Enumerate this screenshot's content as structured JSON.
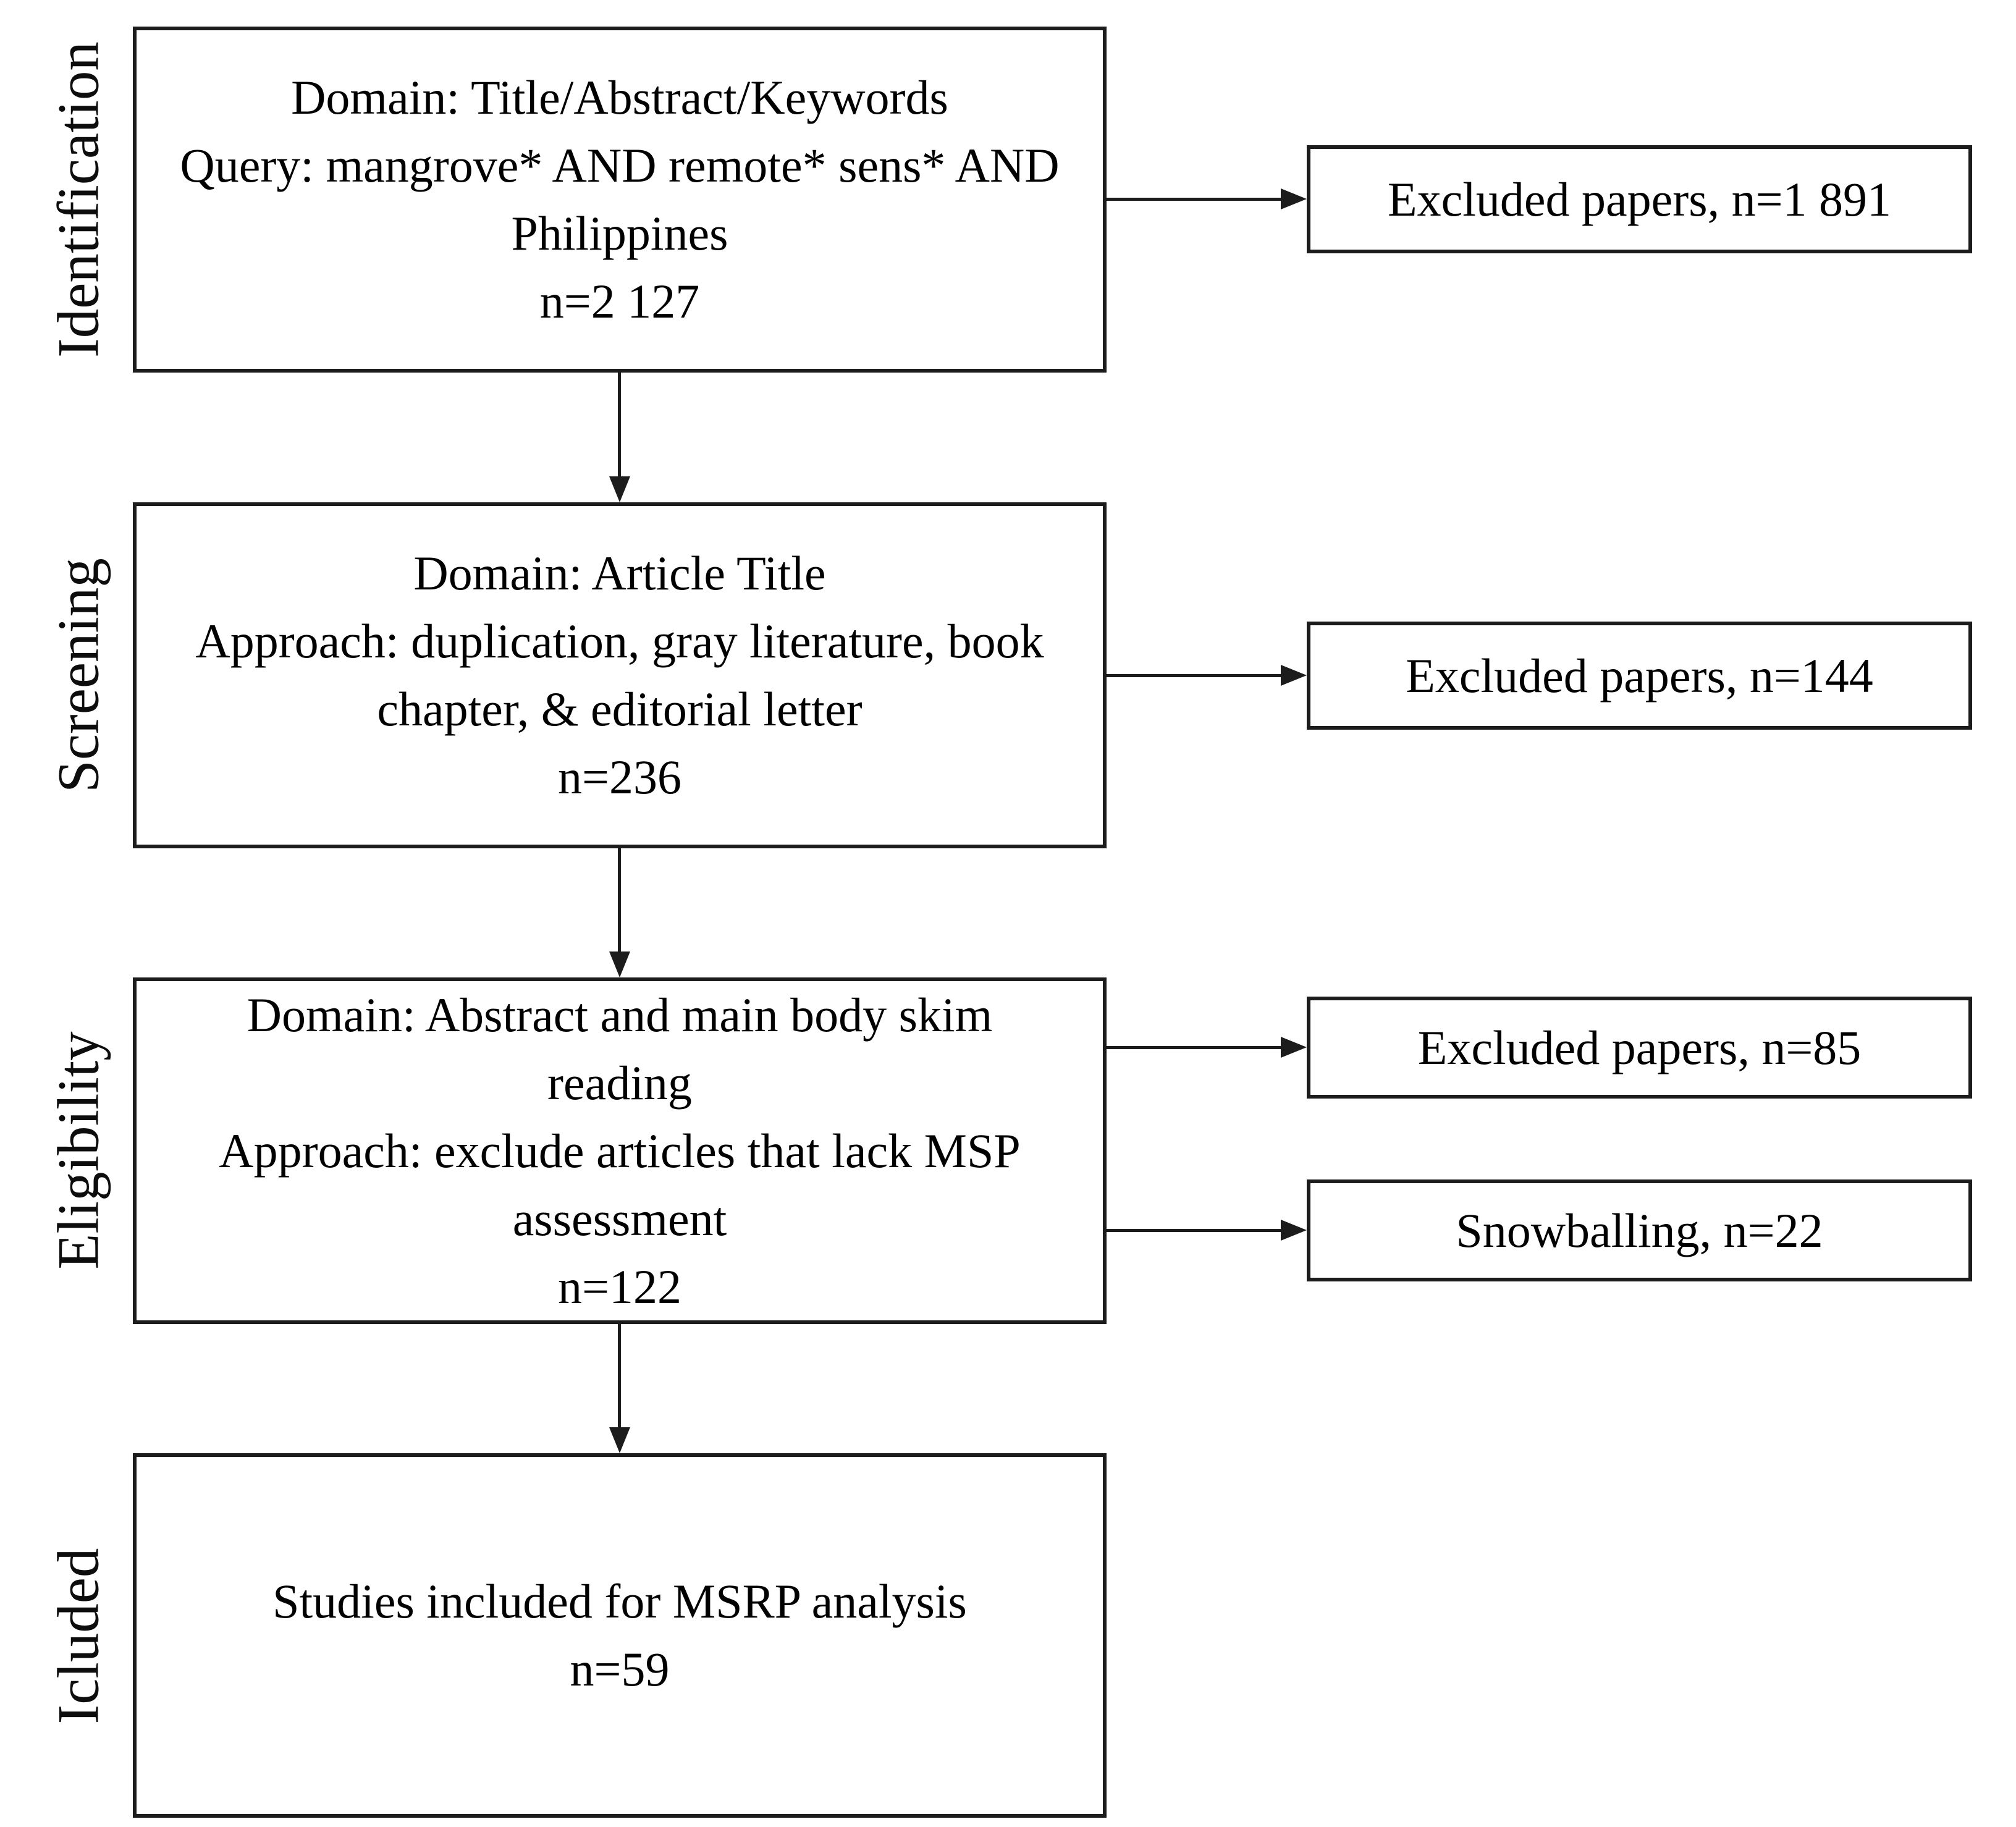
{
  "figure": {
    "type": "flow-diagram",
    "stages": [
      {
        "label": "Identification",
        "box_text": "Domain: Title/Abstract/Keywords\nQuery: mangrove* AND remote* sens* AND\nPhilippines\nn=2 127"
      },
      {
        "label": "Screening",
        "box_text": "Domain: Article Title\nApproach: duplication, gray literature, book\nchapter, & editorial letter\nn=236"
      },
      {
        "label": "Eligibility",
        "box_text": "Domain: Abstract and main body skim\nreading\nApproach: exclude articles that lack MSP\nassessment\nn=122"
      },
      {
        "label": "Icluded",
        "box_text": "Studies included for MSRP analysis\nn=59"
      }
    ],
    "side_boxes": [
      {
        "text": "Excluded papers, n=1 891"
      },
      {
        "text": "Excluded papers, n=144"
      },
      {
        "text": "Excluded papers, n=85"
      },
      {
        "text": "Snowballing, n=22"
      }
    ],
    "colors": {
      "stroke": "#1c1c1c",
      "background": "#ffffff",
      "text": "#000000"
    }
  }
}
